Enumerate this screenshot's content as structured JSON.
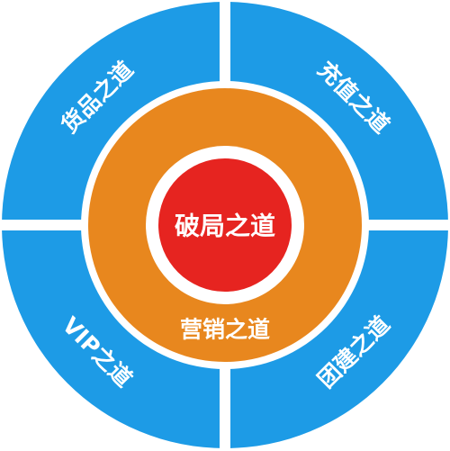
{
  "diagram": {
    "quadrants": {
      "top_left": "货品之道",
      "top_right": "充值之道",
      "bottom_left": "VIP之道",
      "bottom_right": "团建之道"
    },
    "middle_ring": "营销之道",
    "center": "破局之道"
  },
  "colors": {
    "outer_ring": "#1d9be6",
    "middle_ring": "#e8871e",
    "center": "#e62420",
    "gap": "#ffffff",
    "text": "#ffffff"
  }
}
